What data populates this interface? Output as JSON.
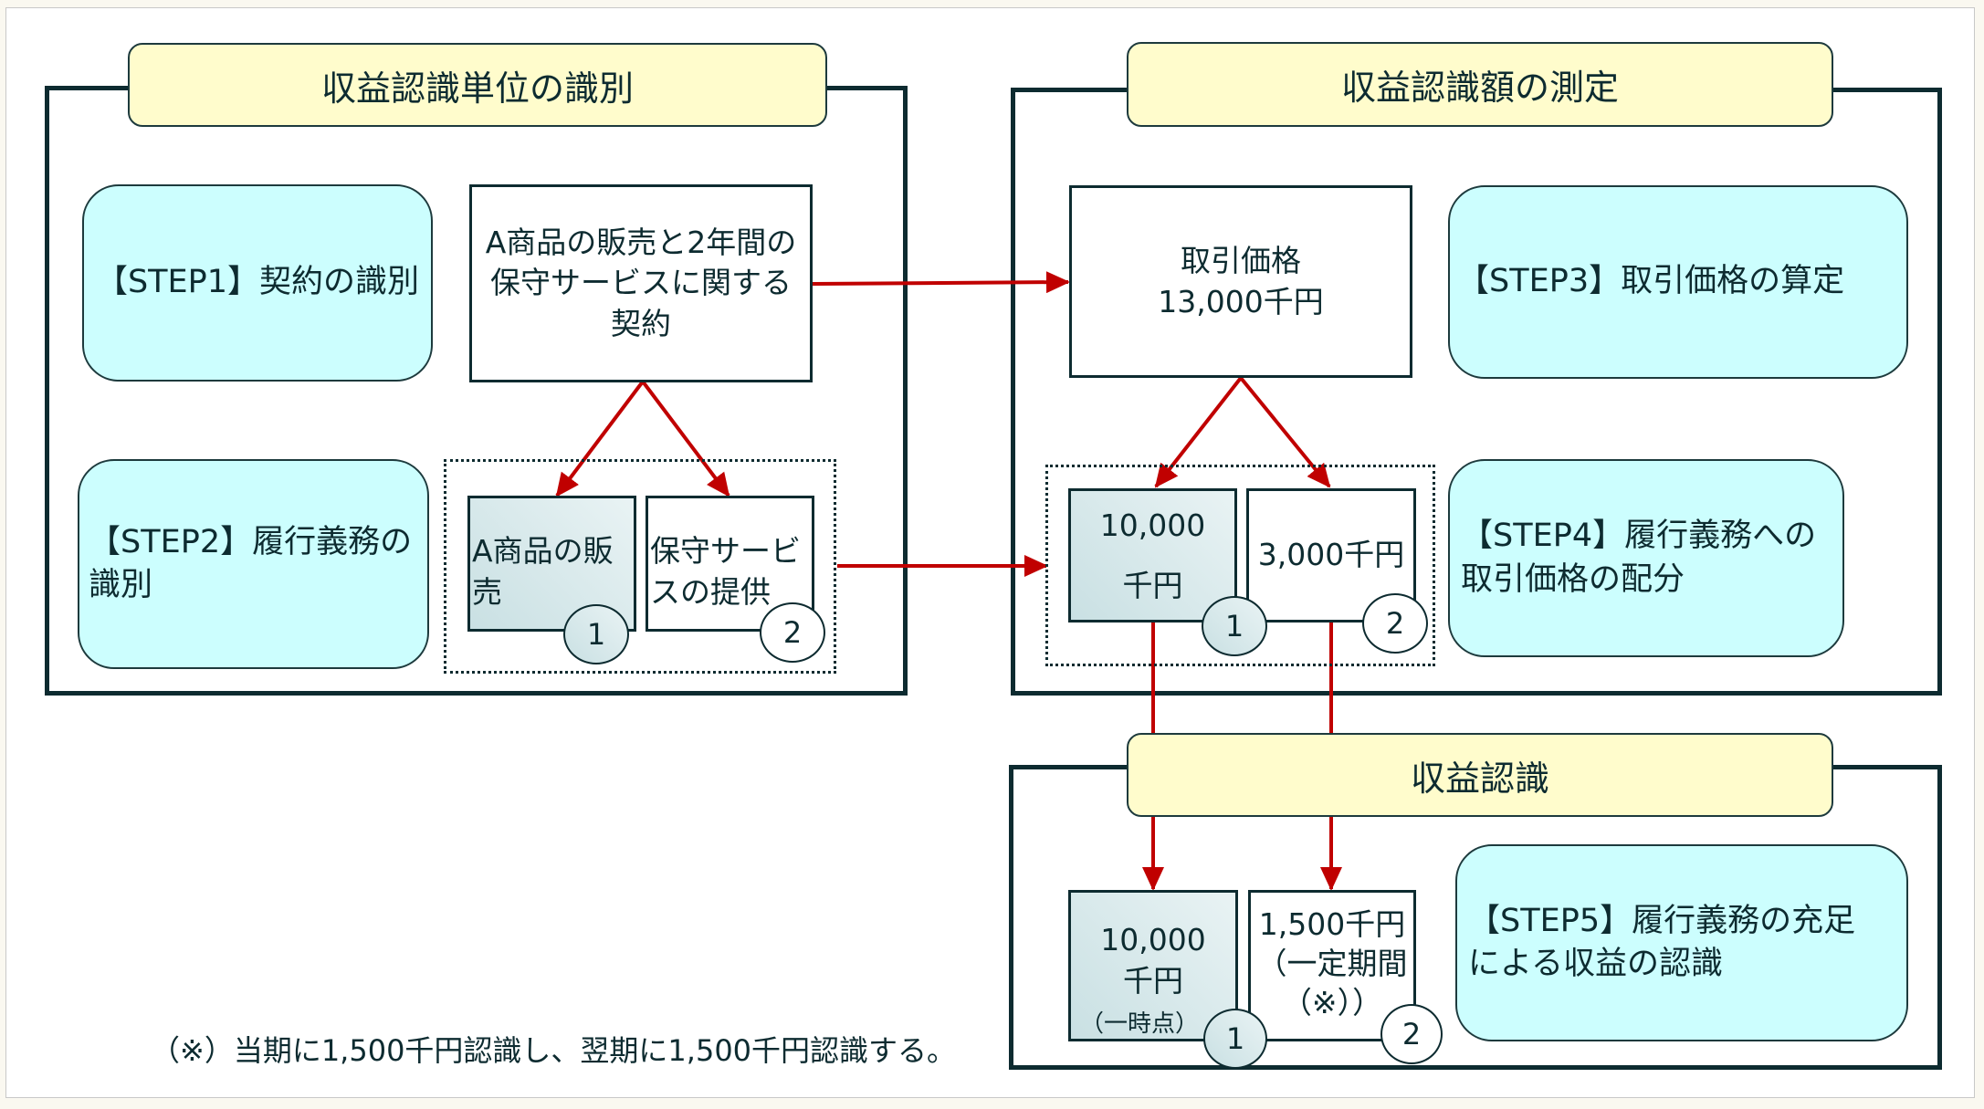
{
  "sections": {
    "identification": {
      "title": "収益認識単位の識別"
    },
    "measurement": {
      "title": "収益認識額の測定"
    },
    "recognition": {
      "title": "収益認識"
    }
  },
  "steps": [
    {
      "label": "【STEP1】契約の識別"
    },
    {
      "label": "【STEP2】履行義務の識別"
    },
    {
      "label": "【STEP3】取引価格の算定"
    },
    {
      "label": "【STEP4】履行義務への取引価格の配分"
    },
    {
      "label": "【STEP5】履行義務の充足による収益の認識"
    }
  ],
  "contract": {
    "lines": [
      "A商品の販売と2年間の",
      "保守サービスに関する",
      "契約"
    ]
  },
  "obligations": [
    {
      "number": "1",
      "lines": [
        "A商品の販",
        "売"
      ]
    },
    {
      "number": "2",
      "lines": [
        "保守サービ",
        "スの提供"
      ]
    }
  ],
  "transaction_price": {
    "label": "取引価格",
    "amount": "13,000千円"
  },
  "allocations": [
    {
      "number": "1",
      "lines": [
        "10,000",
        "千円"
      ]
    },
    {
      "number": "2",
      "lines": [
        "3,000千円"
      ]
    }
  ],
  "recognized": [
    {
      "number": "1",
      "lines": [
        "10,000",
        "千円"
      ],
      "sub": "（一時点）"
    },
    {
      "number": "2",
      "lines": [
        "1,500千円",
        "（一定期間",
        "（※））"
      ]
    }
  ],
  "footnote": "（※）当期に1,500千円認識し、翌期に1,500千円認識する。",
  "colors": {
    "arrow": "#c00000",
    "header_fill": "#fffccc",
    "step_fill": "#ccfefe",
    "border": "#0d2b30"
  }
}
